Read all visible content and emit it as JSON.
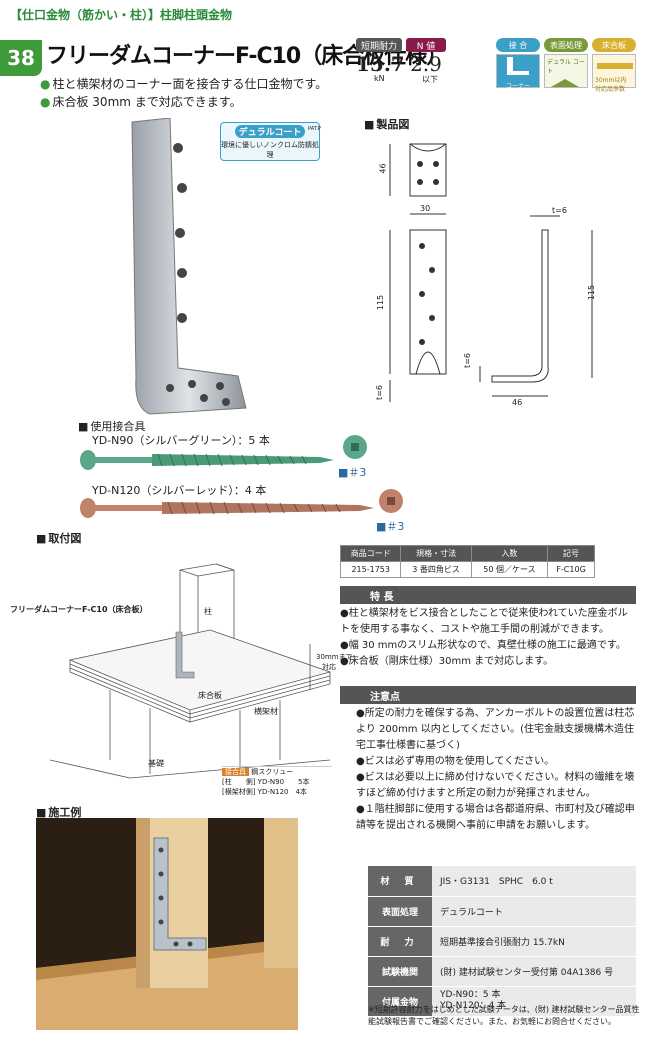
{
  "header": {
    "category": "【仕口金物（筋かい・柱）】柱脚柱頭金物",
    "page_number": "38",
    "title": "フリーダムコーナーF-C10（床合板仕様）"
  },
  "specs": {
    "short_strength_label": "短期耐力",
    "short_strength_value": "15.7",
    "short_strength_unit": "kN",
    "n_label": "N 値",
    "n_value": "2.9",
    "n_sub": "以下"
  },
  "badges": {
    "labels": [
      "接 合",
      "表面処理",
      "床合板"
    ],
    "join_text": "コーナー",
    "surface_text": "デュラル コート",
    "floor_text": "30mm以内 対応品多数"
  },
  "bullets": [
    "柱と横架材のコーナー面を接合する仕口金物です。",
    "床合板 30mm まで対応できます。"
  ],
  "dural": {
    "name": "デュラルコート",
    "tag": "PAT.P",
    "desc": "環境に優しいノンクロム防錆処理"
  },
  "drawing": {
    "heading": "製品図",
    "dims": {
      "d46_top": "46",
      "d30": "30",
      "d115_left": "115",
      "t6_top": "t=6",
      "d115_right": "115",
      "t6_mid": "t=6",
      "t6_bottom": "t=6",
      "d46_bottom": "46"
    }
  },
  "screws": {
    "heading": "使用接合具",
    "green_label": "YD-N90（シルバーグリーン）：5 本",
    "green_size": "■＃3",
    "red_label": "YD-N120（シルバーレッド）：4 本",
    "red_size": "■＃3"
  },
  "install": {
    "heading": "取付図",
    "product_label": "フリーダムコーナーF-C10（床合板）",
    "post": "柱",
    "plywood": "床合板",
    "beam": "横架材",
    "foundation": "基礎",
    "max_note_1": "30mmまで",
    "max_note_2": "対応",
    "legend_title": "接合具",
    "legend_type": "鋼スクリュー",
    "legend_row1": "[柱　　側] YD-N90　　5本",
    "legend_row2": "[横架材側] YD-N120　4本"
  },
  "example": {
    "heading": "施工例"
  },
  "product_table": {
    "headers": [
      "商品コード",
      "規格・寸法",
      "入数",
      "記号"
    ],
    "row": [
      "215-1753",
      "3 番四角ビス",
      "50 個／ケース",
      "F-C10G"
    ]
  },
  "features": {
    "title": "特 長",
    "items": [
      "●柱と横架材をビス接合としたことで従来使われていた座金ボルトを使用する事なく、コストや施工手間の削減ができます。",
      "●幅 30 mmのスリム形状なので、真壁仕様の施工に最適です。",
      "●床合板（剛床仕様）30mm まで対応します。"
    ]
  },
  "cautions": {
    "title": "注意点",
    "items": [
      "●所定の耐力を確保する為、アンカーボルトの設置位置は柱芯より 200mm 以内としてください。(住宅金融支援機構木造住宅工事仕様書に基づく)",
      "●ビスは必ず専用の物を使用してください。",
      "●ビスは必要以上に締め付けないでください。材料の繊維を壊すほど締め付けますと所定の耐力が発揮されません。",
      "●１階柱脚部に使用する場合は各都道府県、市町村及び確認申請等を提出される機関へ事前に申請をお願いします。"
    ]
  },
  "materials": [
    {
      "key": "材 質",
      "value": "JIS・G3131　SPHC　6.0 t"
    },
    {
      "key": "表面処理",
      "value": "デュラルコート"
    },
    {
      "key": "耐 力",
      "value": "短期基準接合引張耐力 15.7kN"
    },
    {
      "key": "試験機関",
      "value": "(財) 建材試験センター受付第 04A1386 号"
    },
    {
      "key": "付属金物",
      "value": "YD-N90：5 本\nYD-N120：4 本"
    }
  ],
  "footnote": "※短期許容耐力をはじめとした試験データは、(財) 建材試験センター品質性能試験報告書でご確認ください。また、お気軽にお問合せください。",
  "colors": {
    "accent": "#3f9a3a",
    "dark": "#555555",
    "green_screw": "#5aa78a",
    "red_screw": "#c0826a"
  }
}
